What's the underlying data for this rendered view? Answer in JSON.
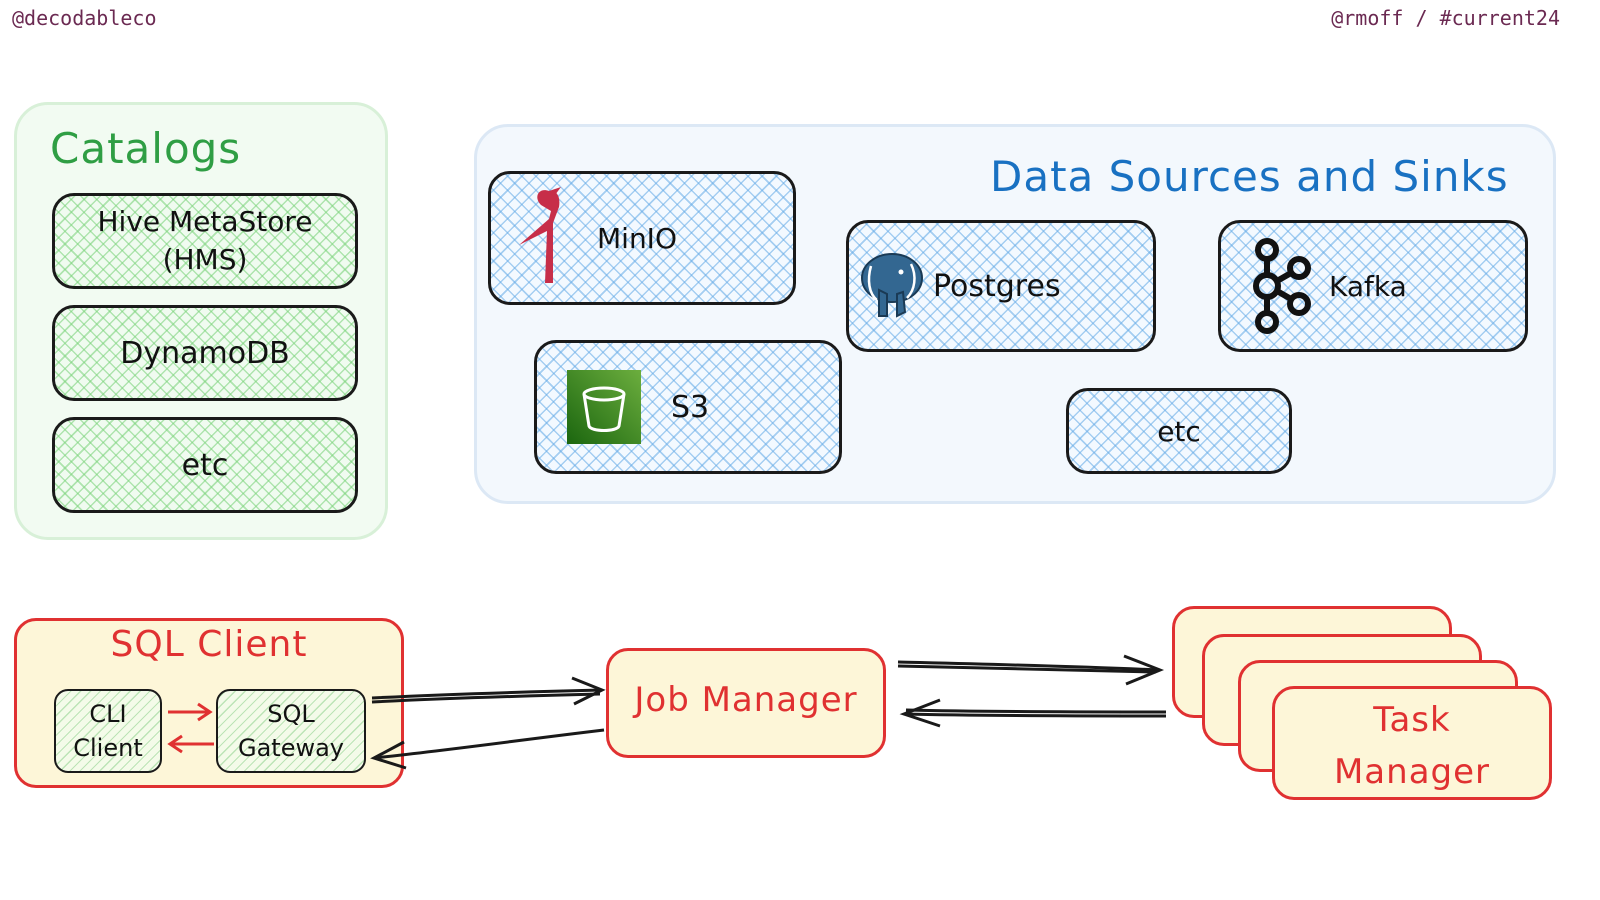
{
  "header": {
    "left": "@decodableco",
    "right": "@rmoff / #current24"
  },
  "catalogs": {
    "title": "Catalogs",
    "items": [
      {
        "line1": "Hive MetaStore",
        "line2": "(HMS)"
      },
      {
        "line1": "DynamoDB",
        "line2": ""
      },
      {
        "line1": "etc",
        "line2": ""
      }
    ]
  },
  "sources": {
    "title": "Data Sources and Sinks",
    "minio": "MinIO",
    "postgres": "Postgres",
    "kafka": "Kafka",
    "s3": "S3",
    "etc": "etc"
  },
  "sql_client": {
    "title": "SQL Client",
    "cli": {
      "line1": "CLI",
      "line2": "Client"
    },
    "gateway": {
      "line1": "SQL",
      "line2": "Gateway"
    }
  },
  "job_manager": "Job Manager",
  "task_manager": {
    "line1": "Task",
    "line2": "Manager"
  },
  "icons": [
    "minio-bird-icon",
    "postgres-elephant-icon",
    "kafka-icon",
    "s3-bucket-icon"
  ],
  "colors": {
    "catalogs": "#2f9e44",
    "sources": "#1971c2",
    "runtime": "#e03131",
    "header": "#6b2a52"
  }
}
